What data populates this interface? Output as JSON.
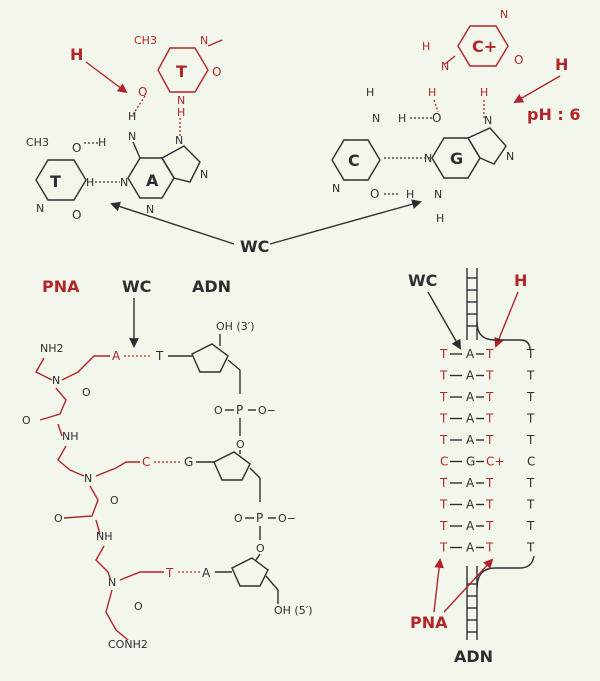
{
  "colors": {
    "background": "#f3f6ea",
    "ink": "#2e2e32",
    "accent": "#b1252b"
  },
  "top": {
    "wc": "WC",
    "h_left": "H",
    "h_right": "H",
    "ph": "pH : 6",
    "base_t_top": "T",
    "base_t_left": "T",
    "base_a": "A",
    "base_c": "C",
    "base_g": "G",
    "base_cplus": "C+",
    "atom_h": "H",
    "atom_n": "N",
    "atom_o": "O",
    "atom_ch3": "CH3"
  },
  "pna_diagram": {
    "pna": "PNA",
    "wc": "WC",
    "adn": "ADN",
    "nh2": "NH2",
    "nh": "NH",
    "n": "N",
    "o": "O",
    "p": "P",
    "o_minus": "O−",
    "oh3": "OH (3′)",
    "oh5": "OH (5′)",
    "conh2": "CONH2",
    "pna_bases": [
      "A",
      "C",
      "T"
    ],
    "dna_bases": [
      "T",
      "G",
      "A"
    ]
  },
  "triplex": {
    "wc": "WC",
    "h": "H",
    "pna": "PNA",
    "adn": "ADN",
    "rows": [
      {
        "left": "T",
        "mid": "A",
        "right": "T",
        "far": "T"
      },
      {
        "left": "T",
        "mid": "A",
        "right": "T",
        "far": "T"
      },
      {
        "left": "T",
        "mid": "A",
        "right": "T",
        "far": "T"
      },
      {
        "left": "T",
        "mid": "A",
        "right": "T",
        "far": "T"
      },
      {
        "left": "T",
        "mid": "A",
        "right": "T",
        "far": "T"
      },
      {
        "left": "C",
        "mid": "G",
        "right": "C+",
        "far": "C"
      },
      {
        "left": "T",
        "mid": "A",
        "right": "T",
        "far": "T"
      },
      {
        "left": "T",
        "mid": "A",
        "right": "T",
        "far": "T"
      },
      {
        "left": "T",
        "mid": "A",
        "right": "T",
        "far": "T"
      },
      {
        "left": "T",
        "mid": "A",
        "right": "T",
        "far": "T"
      }
    ]
  }
}
